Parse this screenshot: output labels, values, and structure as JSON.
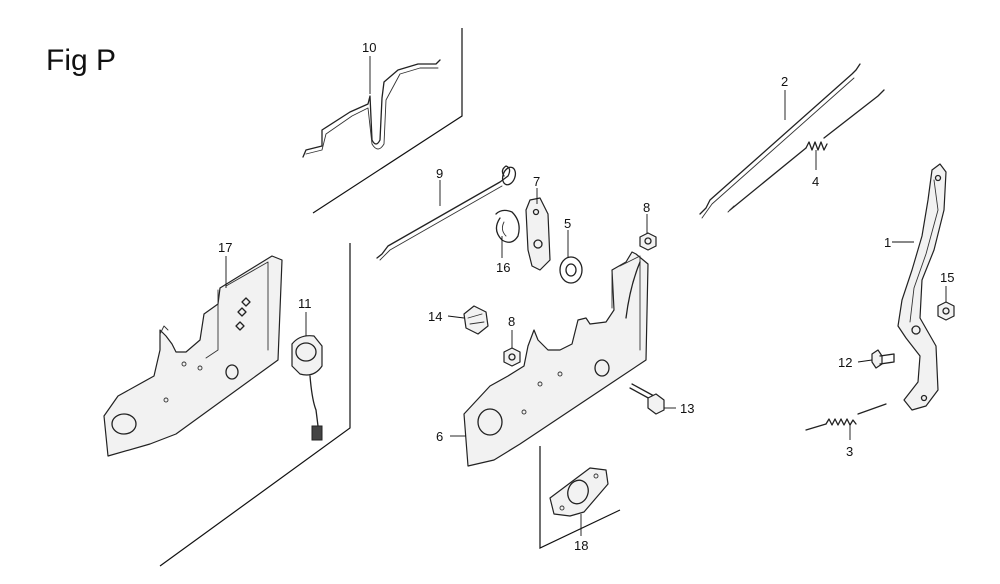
{
  "figure": {
    "title": "Fig P"
  },
  "callouts": [
    {
      "id": "1",
      "label": "1"
    },
    {
      "id": "2",
      "label": "2"
    },
    {
      "id": "3",
      "label": "3"
    },
    {
      "id": "4",
      "label": "4"
    },
    {
      "id": "5",
      "label": "5"
    },
    {
      "id": "6",
      "label": "6"
    },
    {
      "id": "7",
      "label": "7"
    },
    {
      "id": "8a",
      "label": "8"
    },
    {
      "id": "8b",
      "label": "8"
    },
    {
      "id": "9",
      "label": "9"
    },
    {
      "id": "10",
      "label": "10"
    },
    {
      "id": "11",
      "label": "11"
    },
    {
      "id": "12",
      "label": "12"
    },
    {
      "id": "13",
      "label": "13"
    },
    {
      "id": "14",
      "label": "14"
    },
    {
      "id": "15",
      "label": "15"
    },
    {
      "id": "16",
      "label": "16"
    },
    {
      "id": "17",
      "label": "17"
    },
    {
      "id": "18",
      "label": "18"
    }
  ]
}
